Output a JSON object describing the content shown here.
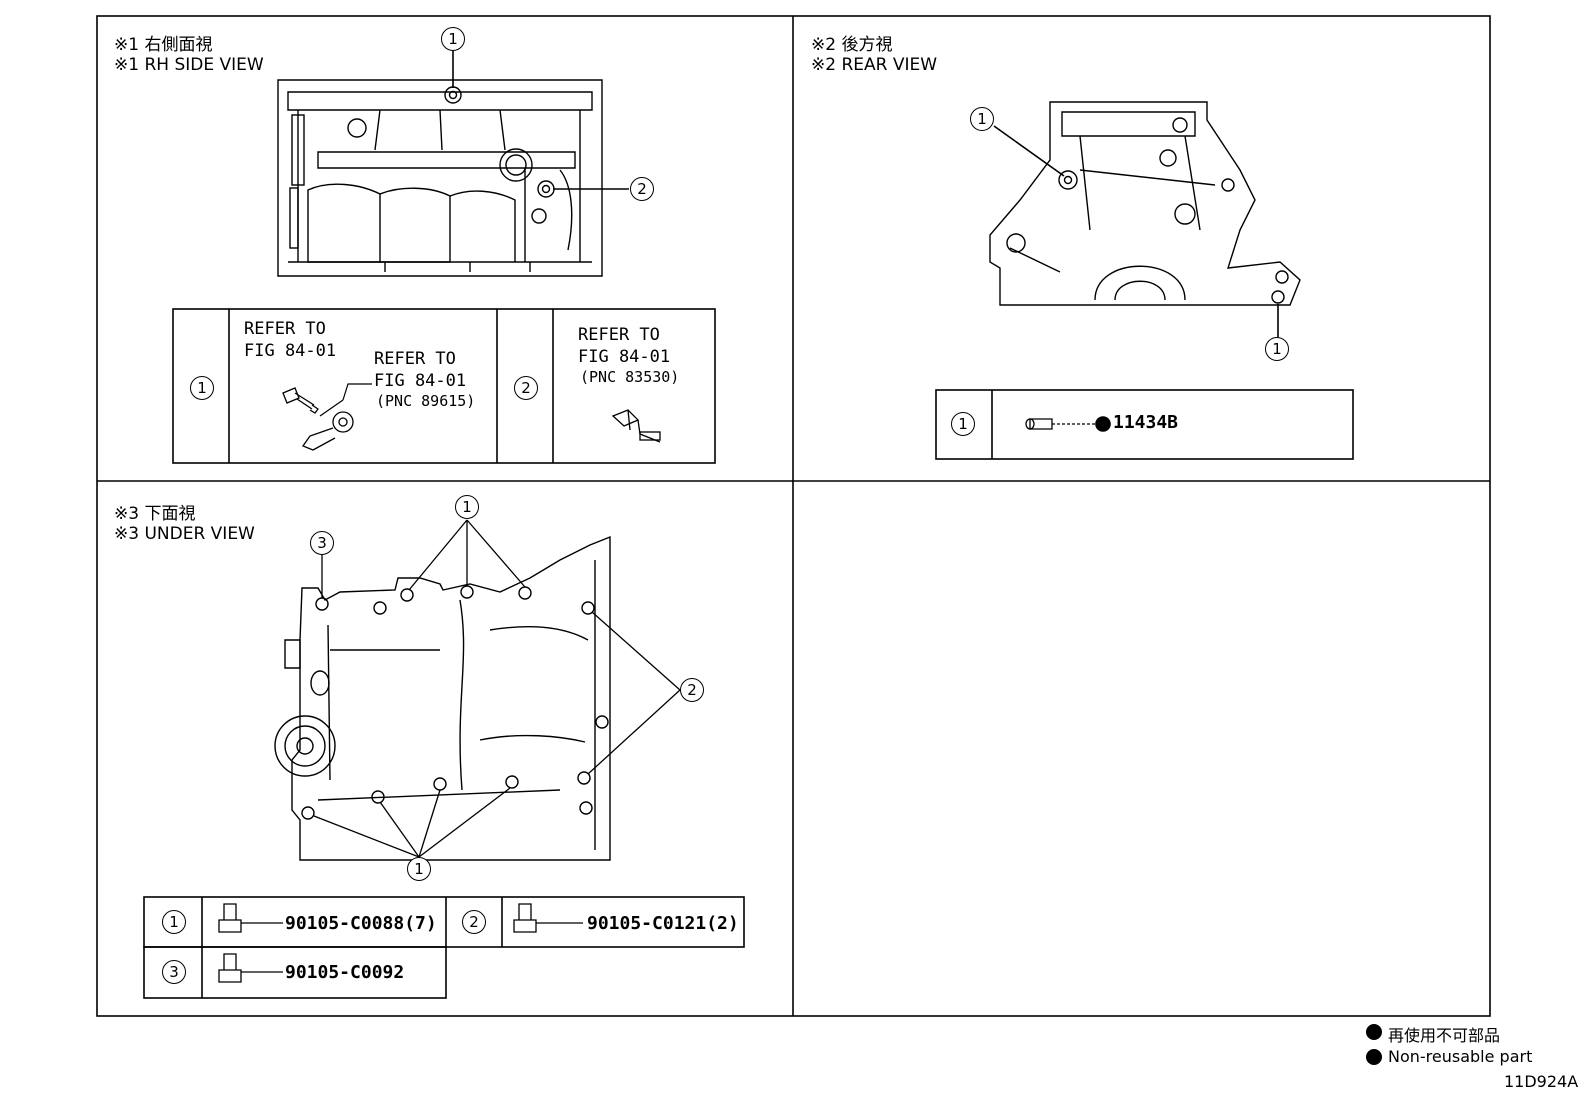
{
  "view1": {
    "title_jp": "※1 右側面視",
    "title_en": "※1 RH SIDE VIEW",
    "callouts": [
      "1",
      "2"
    ],
    "table": [
      {
        "num": "1",
        "refer_a_1": "REFER TO",
        "refer_a_2": "FIG 84-01",
        "refer_b_1": "REFER TO",
        "refer_b_2": "FIG 84-01",
        "refer_b_3": "(PNC 89615)"
      },
      {
        "num": "2",
        "refer_1": "REFER TO",
        "refer_2": "FIG 84-01",
        "refer_3": "(PNC 83530)"
      }
    ]
  },
  "view2": {
    "title_jp": "※2 後方視",
    "title_en": "※2 REAR VIEW",
    "callouts": [
      "1",
      "1"
    ],
    "table": [
      {
        "num": "1",
        "part": "11434B",
        "non_reusable": true
      }
    ]
  },
  "view3": {
    "title_jp": "※3 下面視",
    "title_en": "※3 UNDER VIEW",
    "callouts": [
      "1",
      "3",
      "2",
      "1"
    ],
    "table": [
      {
        "num": "1",
        "part": "90105-C0088(7)"
      },
      {
        "num": "2",
        "part": "90105-C0121(2)"
      },
      {
        "num": "3",
        "part": "90105-C0092"
      }
    ]
  },
  "legend": {
    "jp": "再使用不可部品",
    "en": "Non-reusable part"
  },
  "figure_code": "11D924A"
}
